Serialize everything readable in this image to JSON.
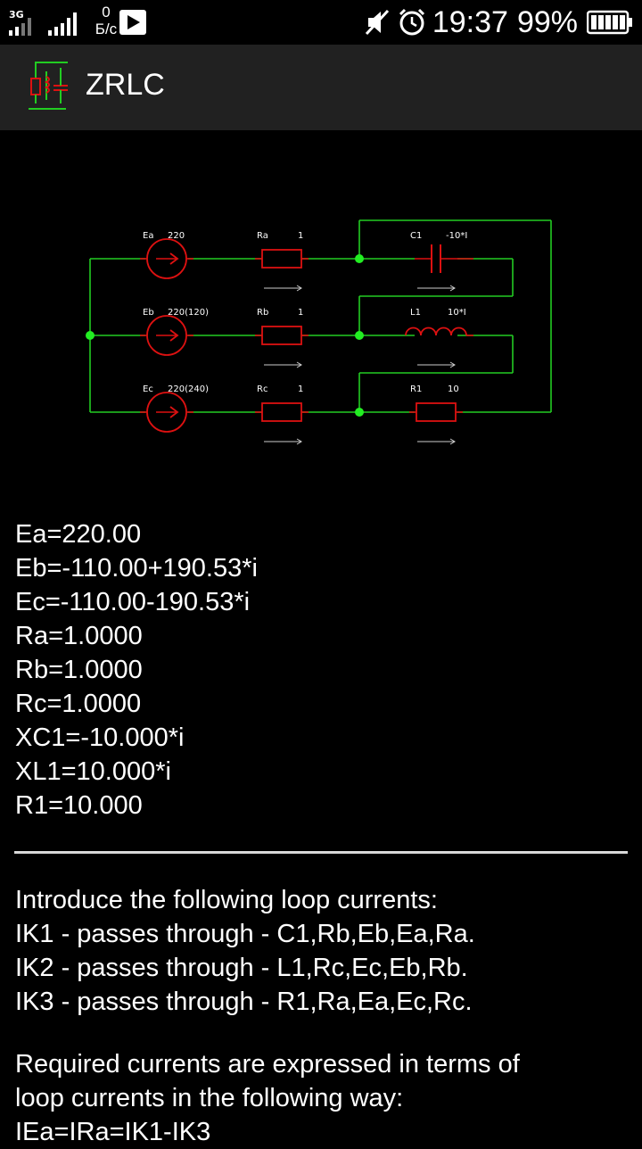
{
  "status_bar": {
    "network_type": "3G",
    "data_rate_value": "0",
    "data_rate_unit": "Б/с",
    "time": "19:37",
    "battery": "99%",
    "icons": [
      "signal-icon",
      "play-store-icon",
      "mute-icon",
      "alarm-icon",
      "battery-icon"
    ]
  },
  "app_bar": {
    "title": "ZRLC",
    "icon": "circuit-logo-icon"
  },
  "circuit": {
    "colors": {
      "wire": "#22cc22",
      "component": "#dd1111",
      "node": "#22ee22",
      "arrow": "#cccccc"
    },
    "rows": [
      {
        "source_name": "Ea",
        "source_value": "220",
        "resistor_name": "Ra",
        "resistor_value": "1",
        "load_name": "C1",
        "load_value": "-10*I",
        "load_type": "capacitor"
      },
      {
        "source_name": "Eb",
        "source_value": "220(120)",
        "resistor_name": "Rb",
        "resistor_value": "1",
        "load_name": "L1",
        "load_value": "10*I",
        "load_type": "inductor"
      },
      {
        "source_name": "Ec",
        "source_value": "220(240)",
        "resistor_name": "Rc",
        "resistor_value": "1",
        "load_name": "R1",
        "load_value": "10",
        "load_type": "resistor"
      }
    ]
  },
  "values": [
    "Ea=220.00",
    "Eb=-110.00+190.53*i",
    "Ec=-110.00-190.53*i",
    "Ra=1.0000",
    "Rb=1.0000",
    "Rc=1.0000",
    "XC1=-10.000*i",
    "XL1=10.000*i",
    "R1=10.000"
  ],
  "intro_lines": [
    "Introduce the following loop currents:",
    "IK1 - passes through - C1,Rb,Eb,Ea,Ra.",
    "IK2 - passes through - L1,Rc,Ec,Eb,Rb.",
    "IK3 - passes through - R1,Ra,Ea,Ec,Rc."
  ],
  "required_lines": [
    "Required currents are expressed in terms of",
    "loop currents in the following way:",
    "IEa=IRa=IK1-IK3"
  ]
}
